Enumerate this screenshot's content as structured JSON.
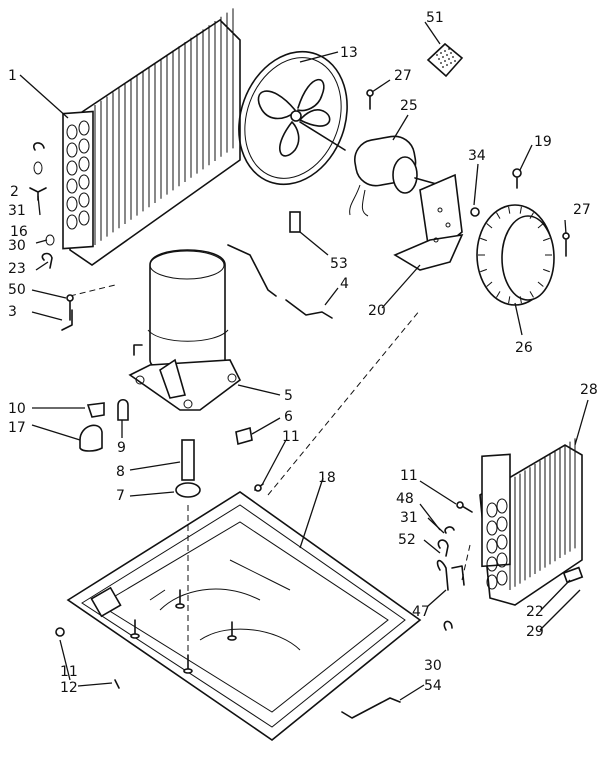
{
  "callouts": [
    "1",
    "2",
    "31",
    "16",
    "30",
    "23",
    "50",
    "3",
    "13",
    "51",
    "27",
    "25",
    "34",
    "19",
    "27",
    "53",
    "4",
    "20",
    "26",
    "10",
    "17",
    "9",
    "5",
    "6",
    "11",
    "8",
    "7",
    "18",
    "11",
    "12",
    "28",
    "11",
    "48",
    "31",
    "52",
    "47",
    "30",
    "54",
    "22",
    "29"
  ],
  "parts": [
    {
      "name": "condenser-coil",
      "callout": "1"
    },
    {
      "name": "fan-blade",
      "callout": "13"
    },
    {
      "name": "motor",
      "callout": "25"
    },
    {
      "name": "compressor",
      "callout": "5"
    },
    {
      "name": "base-pan",
      "callout": "18"
    },
    {
      "name": "blower-wheel",
      "callout": "26"
    },
    {
      "name": "evaporator-coil",
      "callout": "28"
    },
    {
      "name": "motor-bracket",
      "callout": "20"
    }
  ]
}
